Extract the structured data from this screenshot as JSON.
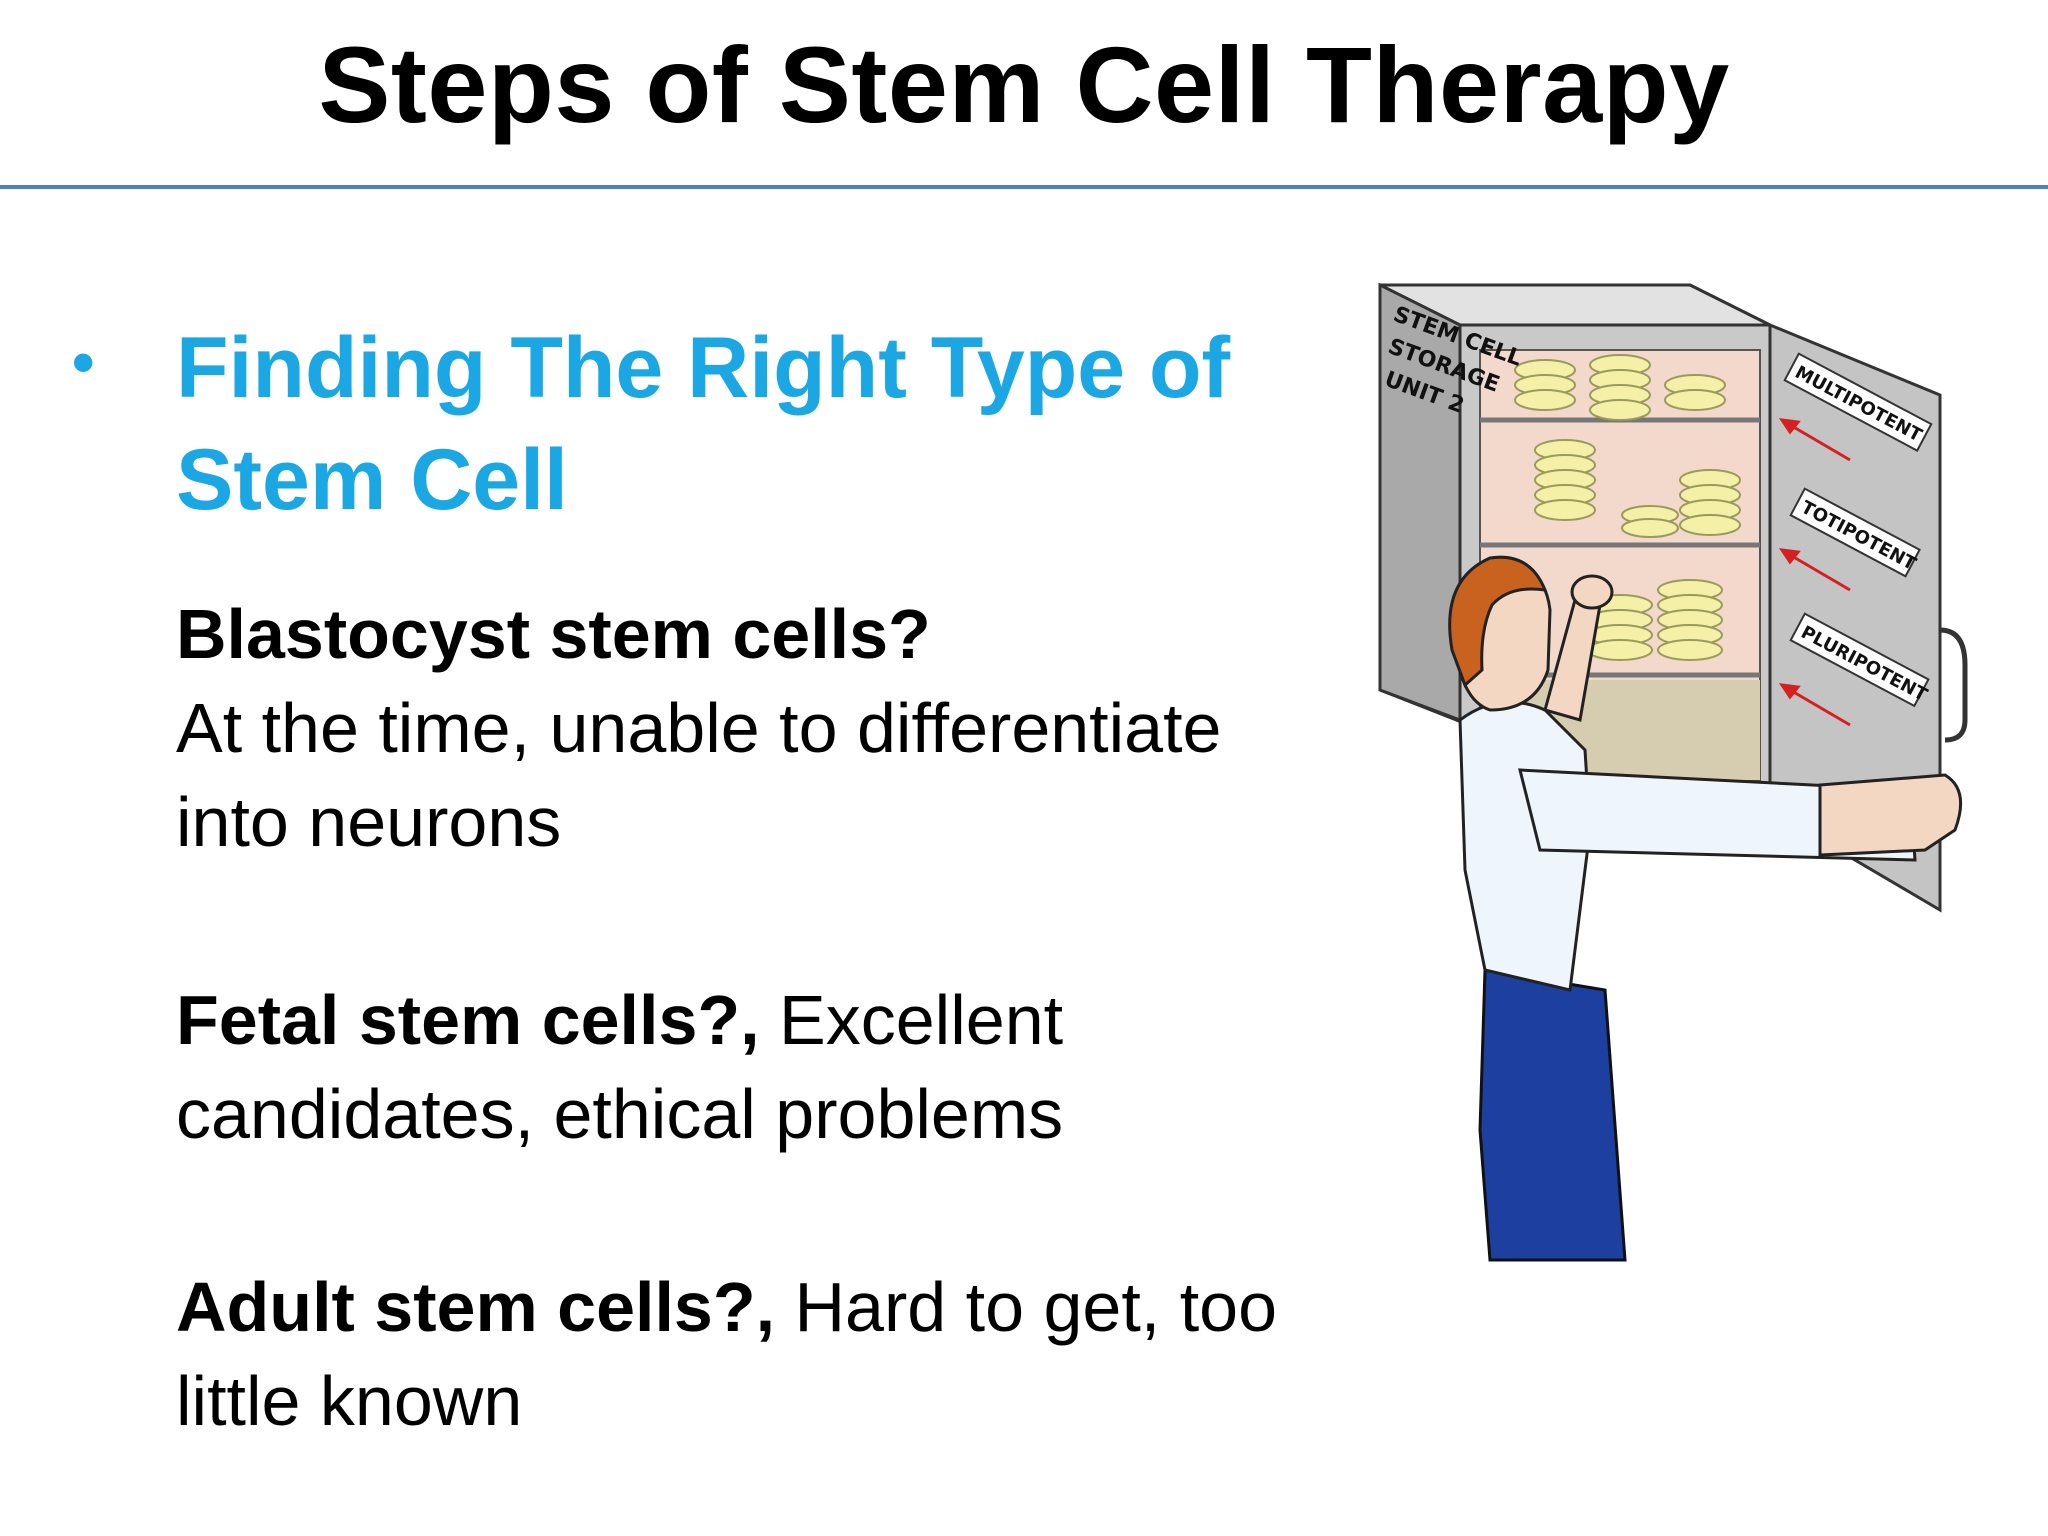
{
  "slide": {
    "title": "Steps of Stem Cell Therapy",
    "bullet_symbol": "•",
    "heading": "Finding The Right Type of Stem Cell",
    "blocks": [
      {
        "bold": "Blastocyst stem cells?",
        "rest": "At the time, unable to differentiate into neurons"
      },
      {
        "bold": "Fetal stem cells?,",
        "rest": " Excellent candidates, ethical problems"
      },
      {
        "bold": "Adult stem cells?,",
        "rest": " Hard to get, too little known"
      }
    ]
  },
  "illustration": {
    "storage_label_lines": [
      "STEM CELL",
      "STORAGE",
      "UNIT 2"
    ],
    "door_labels": [
      "MULTIPOTENT",
      "TOTIPOTENT",
      "PLURIPOTENT"
    ]
  },
  "colors": {
    "accent_blue": "#1aa7e4",
    "rule_blue": "#4f81bd"
  }
}
